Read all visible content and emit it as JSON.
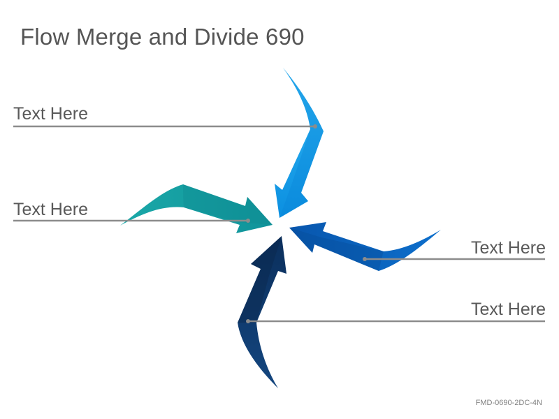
{
  "title": "Flow Merge and Divide 690",
  "labels": [
    "Text Here",
    "Text Here",
    "Text Here",
    "Text Here"
  ],
  "code": "FMD-0690-2DC-4N",
  "colors": {
    "arrow_top": "#1aa6ee",
    "arrow_left": "#17a0a5",
    "arrow_right": "#0a63bd",
    "arrow_bottom": "#0f3d72",
    "connector": "#8c8c8c"
  }
}
